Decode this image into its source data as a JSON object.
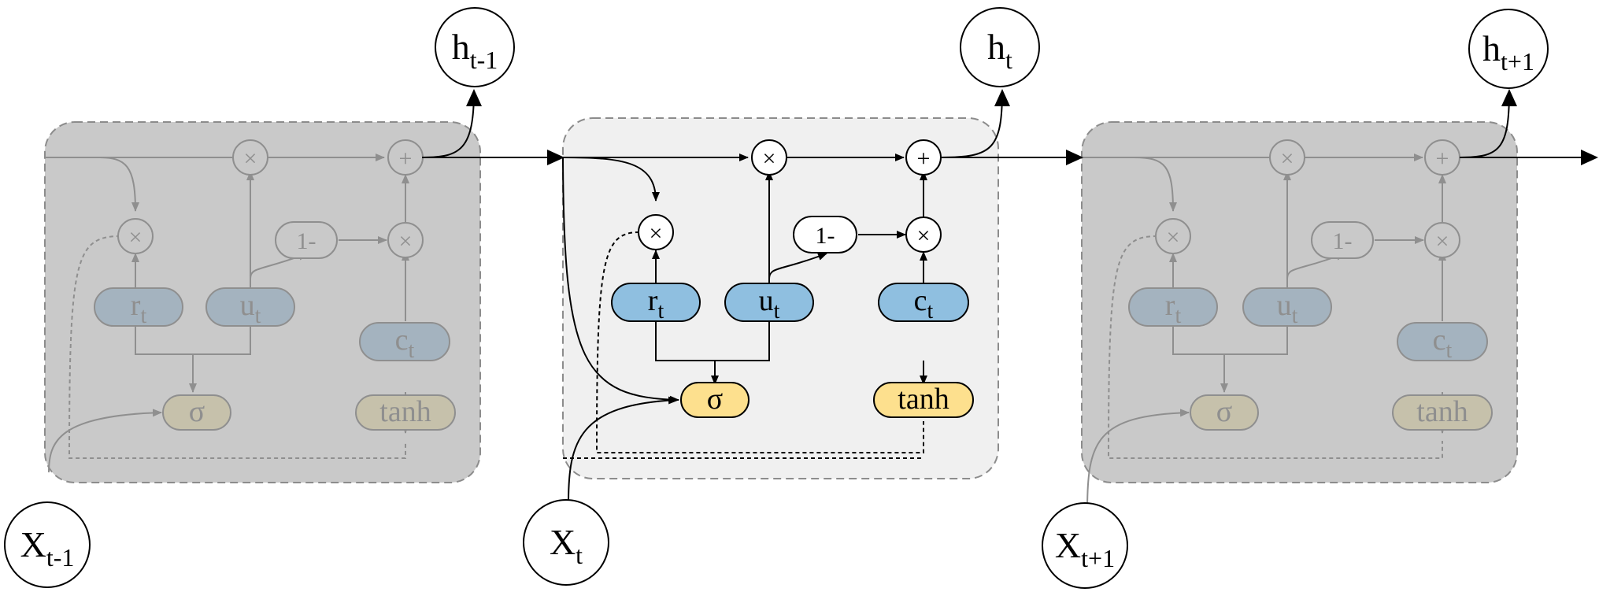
{
  "labels": {
    "h_base": "h",
    "x_base": "X",
    "prev_sub": "t-1",
    "curr_sub": "t",
    "next_sub": "t+1",
    "reset_gate_base": "r",
    "update_gate_base": "u",
    "candidate_base": "c",
    "gate_sub": "t",
    "sigmoid": "σ",
    "tanh": "tanh",
    "one_minus": "1-",
    "multiply": "×",
    "add": "+"
  },
  "colors": {
    "gate_fill": "#8fbfe0",
    "activation_fill": "#fde08e",
    "cell_bg_active": "#f0f0f0",
    "cell_bg_faded": "#c9c9c9",
    "cell_border": "#8c8c8c",
    "line": "#000000",
    "faded_line": "#8f8f8f"
  }
}
